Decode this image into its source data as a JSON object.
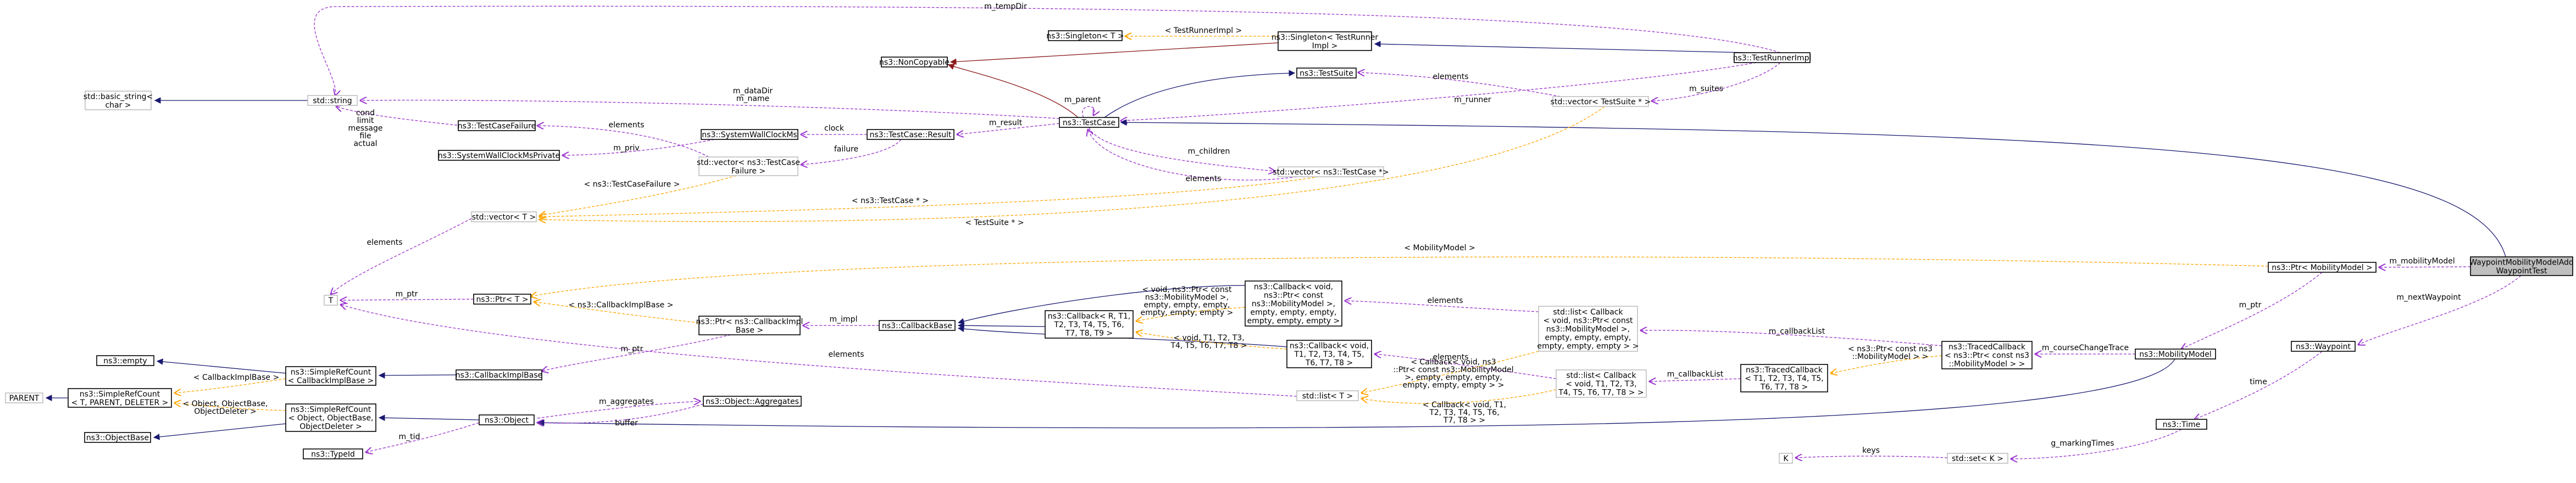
{
  "colors": {
    "inherit": "#191970",
    "usage": "#9a32cd",
    "template": "#ffa500",
    "private": "#8b1a1a",
    "node_border": "#000000",
    "node_border_light": "#bfbfbf",
    "node_fill": "#ffffff",
    "node_fill_highlight": "#bfbfbf"
  },
  "nodes": {
    "basic_string": [
      "std::basic_string<",
      "char >"
    ],
    "string": [
      "std::string"
    ],
    "singleton_t": [
      "ns3::Singleton< T >"
    ],
    "noncopyable": [
      "ns3::NonCopyable"
    ],
    "singleton_runner": [
      "ns3::Singleton< TestRunner",
      "Impl >"
    ],
    "testsuite": [
      "ns3::TestSuite"
    ],
    "testrunnerimpl": [
      "ns3::TestRunnerImpl"
    ],
    "testcase": [
      "ns3::TestCase"
    ],
    "vector_testsuite": [
      "std::vector< TestSuite * >"
    ],
    "testcasefailure": [
      "ns3::TestCaseFailure"
    ],
    "systemwallclockms": [
      "ns3::SystemWallClockMs"
    ],
    "testcase_result": [
      "ns3::TestCase::Result"
    ],
    "systemwallclockmsprivate": [
      "ns3::SystemWallClockMsPrivate"
    ],
    "vector_failure": [
      "std::vector< ns3::TestCase",
      "Failure >"
    ],
    "vector_testcase": [
      "std::vector< ns3::TestCase *>"
    ],
    "vector_t": [
      "std::vector< T >"
    ],
    "t": [
      "T"
    ],
    "ptr_t": [
      "ns3::Ptr< T >"
    ],
    "ptr_callbackimplbase": [
      "ns3::Ptr< ns3::CallbackImpl",
      "Base >"
    ],
    "callbackbase": [
      "ns3::CallbackBase"
    ],
    "callback_void_ptr": [
      "ns3::Callback< void,",
      "ns3::Ptr< const",
      "ns3::MobilityModel >,",
      "empty, empty, empty,",
      "empty, empty, empty >"
    ],
    "callback_r": [
      "ns3::Callback< R, T1,",
      "T2, T3, T4, T5, T6,",
      "T7, T8, T9 >"
    ],
    "callback_void_t1": [
      "ns3::Callback< void,",
      "T1, T2, T3, T4, T5,",
      "T6, T7, T8 >"
    ],
    "empty": [
      "ns3::empty"
    ],
    "simplerefcount_callback": [
      "ns3::SimpleRefCount",
      "< CallbackImplBase >"
    ],
    "callbackimplbase": [
      "ns3::CallbackImplBase"
    ],
    "parent": [
      "PARENT"
    ],
    "simplerefcount_t": [
      "ns3::SimpleRefCount",
      "< T, PARENT, DELETER >"
    ],
    "objectbase": [
      "ns3::ObjectBase"
    ],
    "simplerefcount_object": [
      "ns3::SimpleRefCount",
      "< Object, ObjectBase,",
      "ObjectDeleter >"
    ],
    "object": [
      "ns3::Object"
    ],
    "typeid": [
      "ns3::TypeId"
    ],
    "object_aggregates": [
      "ns3::Object::Aggregates"
    ],
    "list_t": [
      "std::list< T >"
    ],
    "list_callback_ptr": [
      "std::list< Callback",
      "< void, ns3::Ptr< const",
      "ns3::MobilityModel >,",
      "empty, empty, empty,",
      "empty, empty, empty > >"
    ],
    "list_callback_t1": [
      "std::list< Callback",
      "< void, T1, T2, T3,",
      "T4, T5, T6, T7, T8 > >"
    ],
    "tracedcallback_t1": [
      "ns3::TracedCallback",
      "< T1, T2, T3, T4, T5,",
      "T6, T7, T8 >"
    ],
    "tracedcallback_ptr": [
      "ns3::TracedCallback",
      "< ns3::Ptr< const ns3",
      "::MobilityModel > >"
    ],
    "mobilitymodel": [
      "ns3::MobilityModel"
    ],
    "ptr_mobilitymodel": [
      "ns3::Ptr< MobilityModel >"
    ],
    "waypoint_test": [
      "WaypointMobilityModelAdd",
      "WaypointTest"
    ],
    "waypoint": [
      "ns3::Waypoint"
    ],
    "time": [
      "ns3::Time"
    ],
    "k": [
      "K"
    ],
    "set_k": [
      "std::set< K >"
    ]
  },
  "edge_labels": {
    "m_tempDir": [
      "m_tempDir"
    ],
    "testrunnerimpl_arg": [
      "< TestRunnerImpl >"
    ],
    "m_parent": [
      "m_parent"
    ],
    "elements_suites": [
      "elements"
    ],
    "m_dataDir": [
      "m_dataDir",
      "m_name"
    ],
    "m_runner": [
      "m_runner"
    ],
    "m_suites": [
      "m_suites"
    ],
    "cond_group": [
      "cond",
      "limit",
      "message",
      "file",
      "actual"
    ],
    "elements_failure": [
      "elements"
    ],
    "clock": [
      "clock"
    ],
    "failure": [
      "failure"
    ],
    "m_result": [
      "m_result"
    ],
    "m_priv": [
      "m_priv"
    ],
    "m_children": [
      "m_children"
    ],
    "elements_children": [
      "elements"
    ],
    "testcasefailure_arg": [
      "< ns3::TestCaseFailure >"
    ],
    "testcase_ptr_arg": [
      "< ns3::TestCase * >"
    ],
    "testsuite_ptr_arg": [
      "< TestSuite * >"
    ],
    "elements_vector": [
      "elements"
    ],
    "mobilitymodel_arg": [
      "< MobilityModel >"
    ],
    "m_mobilityModel": [
      "m_mobilityModel"
    ],
    "m_nextWaypoint": [
      "m_nextWaypoint"
    ],
    "m_ptr_t": [
      "m_ptr"
    ],
    "callbackimplbase_arg": [
      "< ns3::CallbackImplBase >"
    ],
    "m_impl": [
      "m_impl"
    ],
    "callback_void_ptr_arg": [
      "< void, ns3::Ptr< const",
      "ns3::MobilityModel >,",
      "empty, empty, empty,",
      "empty, empty, empty >"
    ],
    "callback_void_t1_arg": [
      "< void, T1, T2, T3,",
      "T4, T5, T6, T7, T8 >"
    ],
    "elements_list": [
      "elements"
    ],
    "elements_list2": [
      "elements"
    ],
    "m_ptr_impl": [
      "m_ptr"
    ],
    "callbackimplbase_arg2": [
      "< CallbackImplBase >"
    ],
    "object_arg": [
      "< Object, ObjectBase,",
      "ObjectDeleter >"
    ],
    "m_aggregates": [
      "m_aggregates"
    ],
    "buffer": [
      "buffer"
    ],
    "m_tid": [
      "m_tid"
    ],
    "list_callback_ptr_arg": [
      "< Callback< void, ns3",
      "::Ptr< const ns3::MobilityModel",
      ">, empty, empty, empty,",
      "empty, empty, empty > >"
    ],
    "list_callback_t1_arg": [
      "< Callback< void, T1,",
      "T2, T3, T4, T5, T6,",
      "T7, T8 > >"
    ],
    "m_callbackList": [
      "m_callbackList"
    ],
    "m_callbackList2": [
      "m_callbackList"
    ],
    "ptr_const_arg": [
      "< ns3::Ptr< const ns3",
      "::MobilityModel > >"
    ],
    "m_courseChangeTrace": [
      "m_courseChangeTrace"
    ],
    "m_ptr_mobility": [
      "m_ptr"
    ],
    "time": [
      "time"
    ],
    "keys": [
      "keys"
    ],
    "g_markingTimes": [
      "g_markingTimes"
    ]
  }
}
